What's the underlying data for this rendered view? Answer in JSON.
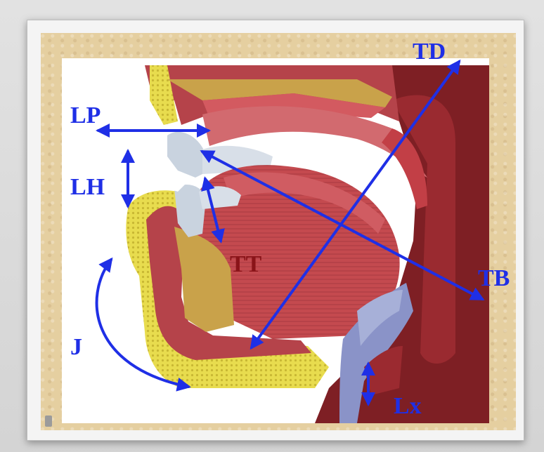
{
  "diagram": {
    "labels": [
      {
        "id": "td",
        "text": "TD"
      },
      {
        "id": "lp",
        "text": "LP"
      },
      {
        "id": "lh",
        "text": "LH"
      },
      {
        "id": "tt",
        "text": "TT"
      },
      {
        "id": "tb",
        "text": "TB"
      },
      {
        "id": "j",
        "text": "J"
      },
      {
        "id": "lx",
        "text": "Lx"
      }
    ],
    "colors": {
      "arrow": "#1f2fe6",
      "label": "#1f2fe6",
      "label_tt": "#8a1419",
      "flesh": "#b5434a",
      "flesh_dark": "#7e1f24",
      "fat": "#e6d94a",
      "bone": "#c9a24a",
      "teeth": "#c9d3df",
      "background": "#ffffff"
    }
  }
}
